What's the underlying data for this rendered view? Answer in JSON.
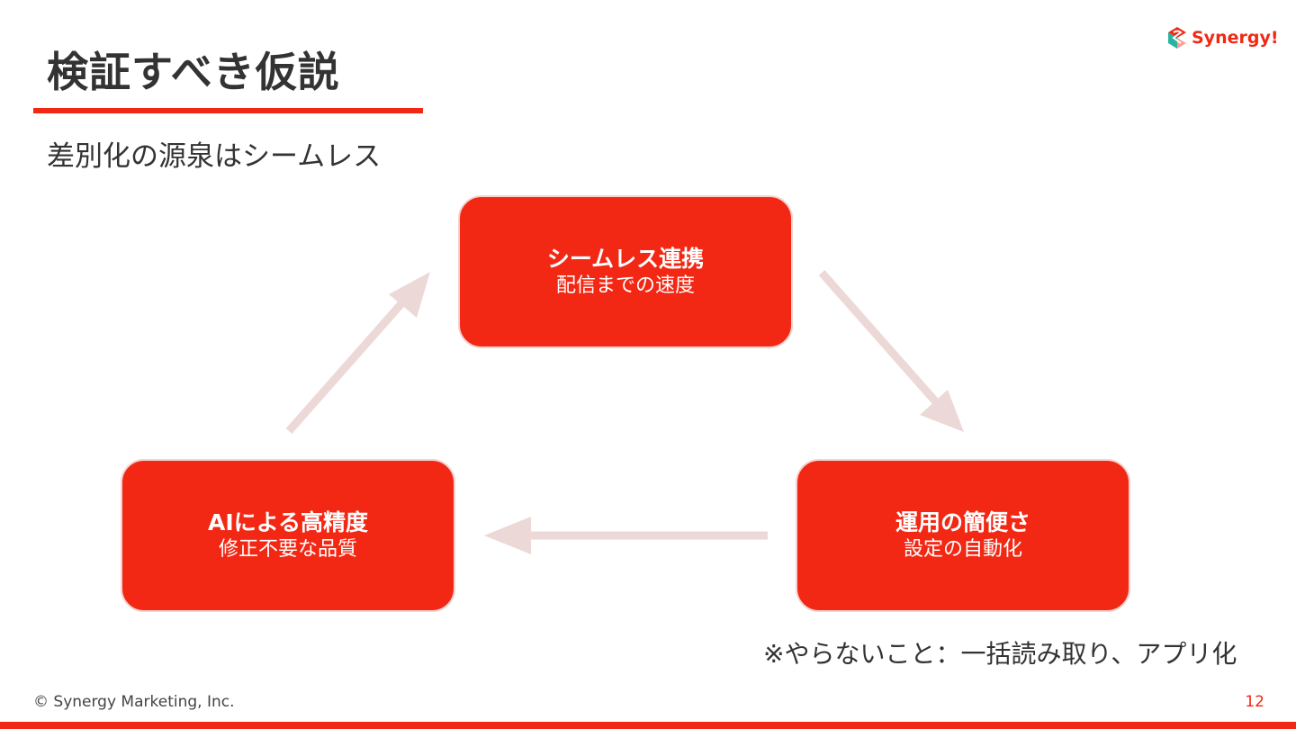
{
  "slide": {
    "title": "検証すべき仮説",
    "subtitle": "差別化の源泉はシームレス",
    "logo_text": "Synergy!",
    "note": "※やらないこと：一括読み取り、アプリ化",
    "copyright": "© Synergy Marketing, Inc.",
    "page_number": "12"
  },
  "cycle": {
    "top": {
      "title": "シームレス連携",
      "subtitle": "配信までの速度"
    },
    "left": {
      "title": "AIによる高精度",
      "subtitle": "修正不要な品質"
    },
    "right": {
      "title": "運用の簡便さ",
      "subtitle": "設定の自動化"
    }
  },
  "colors": {
    "accent": "#f02814",
    "box_fill": "#f22814",
    "arrow": "#ecd9d7",
    "text": "#333333"
  },
  "icons": {
    "logo": "synergy-logo-mark",
    "arrows": "arrow-icon"
  }
}
